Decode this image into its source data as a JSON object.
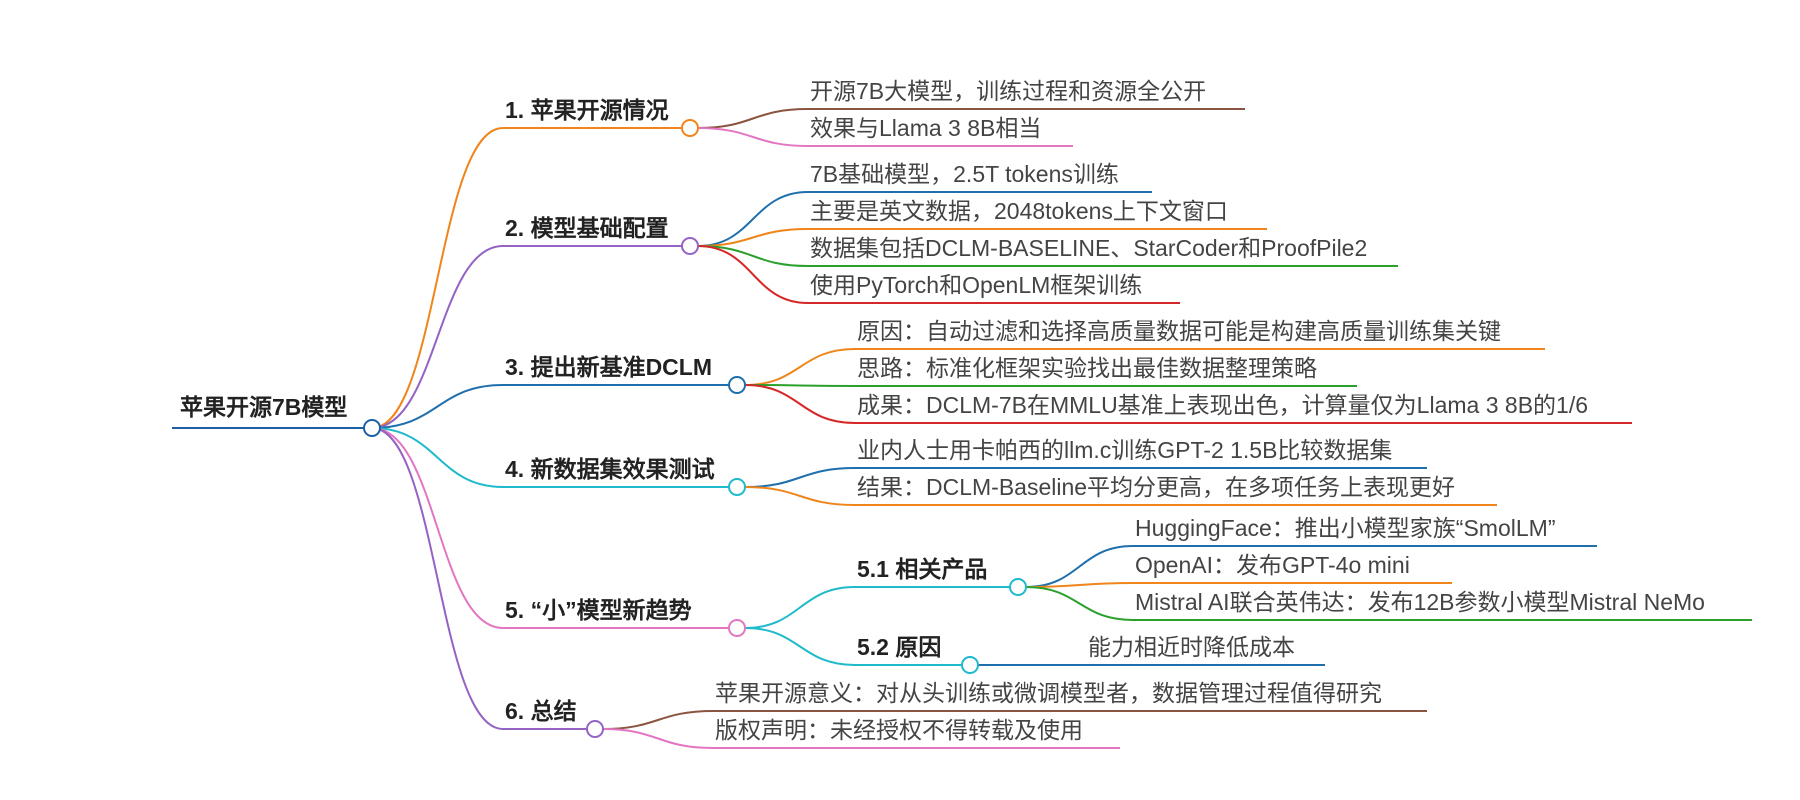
{
  "colors": {
    "root": "#1f5fa3",
    "b1": "#f0851c",
    "b2": "#9463c4",
    "b3": "#1f6fad",
    "b4": "#1fbacb",
    "b5": "#e276c2",
    "b6": "#9463c4",
    "s51": "#1fbacb",
    "s52": "#1fbacb",
    "leaf_brown": "#8b5440",
    "leaf_pink": "#e276c2",
    "leaf_blue": "#1f6fad",
    "leaf_orange": "#f0851c",
    "leaf_green": "#2ca02c",
    "leaf_red": "#d62728"
  },
  "root": {
    "label": "苹果开源7B模型"
  },
  "branches": [
    {
      "label": "1. 苹果开源情况",
      "leaves": [
        {
          "label": "开源7B大模型，训练过程和资源全公开",
          "color": "leaf_brown"
        },
        {
          "label": "效果与Llama 3 8B相当",
          "color": "leaf_pink"
        }
      ]
    },
    {
      "label": "2. 模型基础配置",
      "leaves": [
        {
          "label": "7B基础模型，2.5T tokens训练",
          "color": "leaf_blue"
        },
        {
          "label": "主要是英文数据，2048tokens上下文窗口",
          "color": "leaf_orange"
        },
        {
          "label": "数据集包括DCLM-BASELINE、StarCoder和ProofPile2",
          "color": "leaf_green"
        },
        {
          "label": "使用PyTorch和OpenLM框架训练",
          "color": "leaf_red"
        }
      ]
    },
    {
      "label": "3. 提出新基准DCLM",
      "leaves": [
        {
          "label": "原因：自动过滤和选择高质量数据可能是构建高质量训练集关键",
          "color": "leaf_orange"
        },
        {
          "label": "思路：标准化框架实验找出最佳数据整理策略",
          "color": "leaf_green"
        },
        {
          "label": "成果：DCLM-7B在MMLU基准上表现出色，计算量仅为Llama 3 8B的1/6",
          "color": "leaf_red"
        }
      ]
    },
    {
      "label": "4. 新数据集效果测试",
      "leaves": [
        {
          "label": "业内人士用卡帕西的llm.c训练GPT-2 1.5B比较数据集",
          "color": "leaf_blue"
        },
        {
          "label": "结果：DCLM-Baseline平均分更高，在多项任务上表现更好",
          "color": "leaf_orange"
        }
      ]
    },
    {
      "label": "5. “小”模型新趋势",
      "subs": [
        {
          "label": "5.1 相关产品",
          "leaves": [
            {
              "label": "HuggingFace：推出小模型家族“SmolLM”",
              "color": "leaf_blue"
            },
            {
              "label": "OpenAI：发布GPT-4o mini",
              "color": "leaf_orange"
            },
            {
              "label": "Mistral AI联合英伟达：发布12B参数小模型Mistral NeMo",
              "color": "leaf_green"
            }
          ]
        },
        {
          "label": "5.2 原因",
          "leaves": [
            {
              "label": "能力相近时降低成本",
              "color": "leaf_blue"
            }
          ]
        }
      ]
    },
    {
      "label": "6. 总结",
      "leaves": [
        {
          "label": "苹果开源意义：对从头训练或微调模型者，数据管理过程值得研究",
          "color": "leaf_brown"
        },
        {
          "label": "版权声明：未经授权不得转载及使用",
          "color": "leaf_pink"
        }
      ]
    }
  ]
}
